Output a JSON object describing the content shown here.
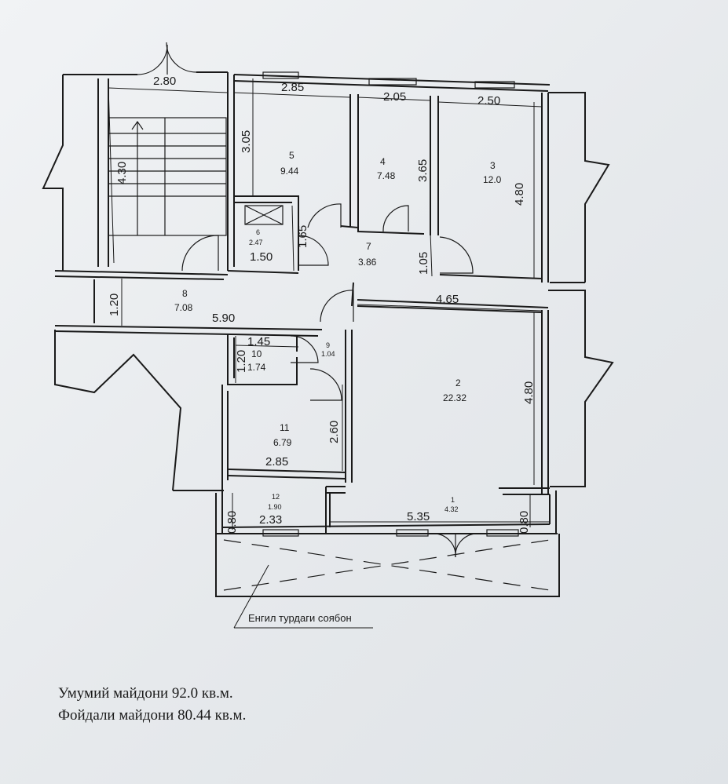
{
  "plan": {
    "dims": {
      "top_280": "2.80",
      "top_285": "2.85",
      "top_205": "2.05",
      "top_250": "2.50",
      "v_430": "4.30",
      "v_305": "3.05",
      "v_365": "3.65",
      "v_480_top": "4.80",
      "v_165": "1.65",
      "h_150": "1.50",
      "v_105": "1.05",
      "v_120_left": "1.20",
      "h_590": "5.90",
      "h_465": "4.65",
      "h_145": "1.45",
      "v_120_wc": "1.20",
      "v_260": "2.60",
      "h_285_low": "2.85",
      "v_480_low": "4.80",
      "v_080_left": "0.80",
      "h_233": "2.33",
      "h_535": "5.35",
      "v_080_right": "0.80"
    },
    "rooms": [
      {
        "num": "5",
        "area": "9.44"
      },
      {
        "num": "4",
        "area": "7.48"
      },
      {
        "num": "3",
        "area": "12.0"
      },
      {
        "num": "6",
        "area": "2.47"
      },
      {
        "num": "7",
        "area": "3.86"
      },
      {
        "num": "8",
        "area": "7.08"
      },
      {
        "num": "9",
        "area": "1.04"
      },
      {
        "num": "10",
        "area": "1.74"
      },
      {
        "num": "2",
        "area": "22.32"
      },
      {
        "num": "11",
        "area": "6.79"
      },
      {
        "num": "12",
        "area": "1.90"
      },
      {
        "num": "1",
        "area": "4.32"
      }
    ],
    "terrace_label": "Енгил турдаги соябон"
  },
  "footer": {
    "total_area": "Умумий майдони 92.0 кв.м.",
    "useful_area": "Фойдали майдони 80.44 кв.м."
  }
}
